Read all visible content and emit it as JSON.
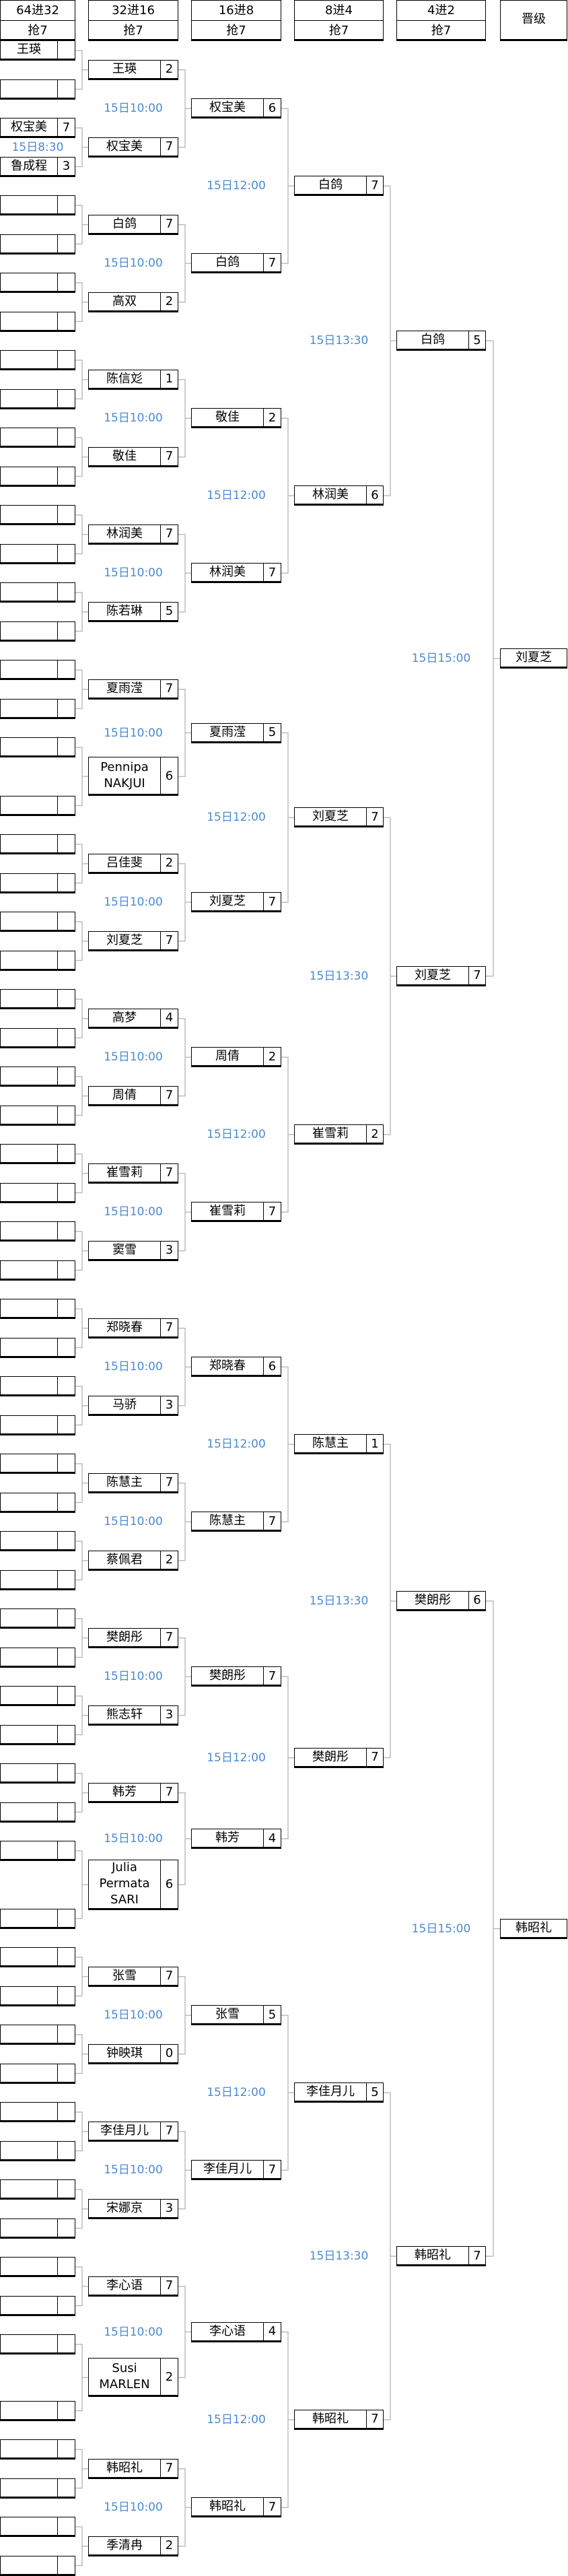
{
  "headers": [
    {
      "round": "64进32",
      "format": "抢7"
    },
    {
      "round": "32进16",
      "format": "抢7"
    },
    {
      "round": "16进8",
      "format": "抢7"
    },
    {
      "round": "8进4",
      "format": "抢7"
    },
    {
      "round": "4进2",
      "format": "抢7"
    },
    {
      "round": "晋级"
    }
  ],
  "rounds": [
    [
      {
        "name": "王瑛",
        "score": ""
      },
      {
        "name": "",
        "score": ""
      },
      {
        "name": "权宝美",
        "score": "7"
      },
      {
        "name": "鲁成程",
        "score": "3"
      },
      {
        "name": "",
        "score": ""
      },
      {
        "name": "",
        "score": ""
      },
      {
        "name": "",
        "score": ""
      },
      {
        "name": "",
        "score": ""
      },
      {
        "name": "",
        "score": ""
      },
      {
        "name": "",
        "score": ""
      },
      {
        "name": "",
        "score": ""
      },
      {
        "name": "",
        "score": ""
      },
      {
        "name": "",
        "score": ""
      },
      {
        "name": "",
        "score": ""
      },
      {
        "name": "",
        "score": ""
      },
      {
        "name": "",
        "score": ""
      },
      {
        "name": "",
        "score": ""
      },
      {
        "name": "",
        "score": ""
      },
      {
        "name": "",
        "score": ""
      },
      {
        "name": "",
        "score": ""
      },
      {
        "name": "",
        "score": ""
      },
      {
        "name": "",
        "score": ""
      },
      {
        "name": "",
        "score": ""
      },
      {
        "name": "",
        "score": ""
      },
      {
        "name": "",
        "score": ""
      },
      {
        "name": "",
        "score": ""
      },
      {
        "name": "",
        "score": ""
      },
      {
        "name": "",
        "score": ""
      },
      {
        "name": "",
        "score": ""
      },
      {
        "name": "",
        "score": ""
      },
      {
        "name": "",
        "score": ""
      },
      {
        "name": "",
        "score": ""
      },
      {
        "name": "",
        "score": ""
      },
      {
        "name": "",
        "score": ""
      },
      {
        "name": "",
        "score": ""
      },
      {
        "name": "",
        "score": ""
      },
      {
        "name": "",
        "score": ""
      },
      {
        "name": "",
        "score": ""
      },
      {
        "name": "",
        "score": ""
      },
      {
        "name": "",
        "score": ""
      },
      {
        "name": "",
        "score": ""
      },
      {
        "name": "",
        "score": ""
      },
      {
        "name": "",
        "score": ""
      },
      {
        "name": "",
        "score": ""
      },
      {
        "name": "",
        "score": ""
      },
      {
        "name": "",
        "score": ""
      },
      {
        "name": "",
        "score": ""
      },
      {
        "name": "",
        "score": ""
      },
      {
        "name": "",
        "score": ""
      },
      {
        "name": "",
        "score": ""
      },
      {
        "name": "",
        "score": ""
      },
      {
        "name": "",
        "score": ""
      },
      {
        "name": "",
        "score": ""
      },
      {
        "name": "",
        "score": ""
      },
      {
        "name": "",
        "score": ""
      },
      {
        "name": "",
        "score": ""
      },
      {
        "name": "",
        "score": ""
      },
      {
        "name": "",
        "score": ""
      },
      {
        "name": "",
        "score": ""
      },
      {
        "name": "",
        "score": ""
      },
      {
        "name": "",
        "score": ""
      },
      {
        "name": "",
        "score": ""
      },
      {
        "name": "",
        "score": ""
      },
      {
        "name": "",
        "score": ""
      }
    ],
    [
      {
        "name": "王瑛",
        "score": "2"
      },
      {
        "name": "权宝美",
        "score": "7"
      },
      {
        "name": "白鸽",
        "score": "7"
      },
      {
        "name": "高双",
        "score": "2"
      },
      {
        "name": "陈信彣",
        "score": "1"
      },
      {
        "name": "敬佳",
        "score": "7"
      },
      {
        "name": "林润美",
        "score": "7"
      },
      {
        "name": "陈若琳",
        "score": "5"
      },
      {
        "name": "夏雨滢",
        "score": "7"
      },
      {
        "name": "Pennipa NAKJUI",
        "score": "6"
      },
      {
        "name": "吕佳斐",
        "score": "2"
      },
      {
        "name": "刘夏芝",
        "score": "7"
      },
      {
        "name": "高梦",
        "score": "4"
      },
      {
        "name": "周倩",
        "score": "7"
      },
      {
        "name": "崔雪莉",
        "score": "7"
      },
      {
        "name": "窦雪",
        "score": "3"
      },
      {
        "name": "郑晓春",
        "score": "7"
      },
      {
        "name": "马骄",
        "score": "3"
      },
      {
        "name": "陈慧主",
        "score": "7"
      },
      {
        "name": "蔡佩君",
        "score": "2"
      },
      {
        "name": "樊朗彤",
        "score": "7"
      },
      {
        "name": "熊志轩",
        "score": "3"
      },
      {
        "name": "韩芳",
        "score": "7"
      },
      {
        "name": "Julia Permata SARI",
        "score": "6"
      },
      {
        "name": "张雪",
        "score": "7"
      },
      {
        "name": "钟映琪",
        "score": "0"
      },
      {
        "name": "李佳月儿",
        "score": "7"
      },
      {
        "name": "宋娜京",
        "score": "3"
      },
      {
        "name": "李心语",
        "score": "7"
      },
      {
        "name": "Susi MARLEN",
        "score": "2"
      },
      {
        "name": "韩昭礼",
        "score": "7"
      },
      {
        "name": "季清冉",
        "score": "2"
      }
    ],
    [
      {
        "name": "权宝美",
        "score": "6"
      },
      {
        "name": "白鸽",
        "score": "7"
      },
      {
        "name": "敬佳",
        "score": "2"
      },
      {
        "name": "林润美",
        "score": "7"
      },
      {
        "name": "夏雨滢",
        "score": "5"
      },
      {
        "name": "刘夏芝",
        "score": "7"
      },
      {
        "name": "周倩",
        "score": "2"
      },
      {
        "name": "崔雪莉",
        "score": "7"
      },
      {
        "name": "郑晓春",
        "score": "6"
      },
      {
        "name": "陈慧主",
        "score": "7"
      },
      {
        "name": "樊朗彤",
        "score": "7"
      },
      {
        "name": "韩芳",
        "score": "4"
      },
      {
        "name": "张雪",
        "score": "5"
      },
      {
        "name": "李佳月儿",
        "score": "7"
      },
      {
        "name": "李心语",
        "score": "4"
      },
      {
        "name": "韩昭礼",
        "score": "7"
      }
    ],
    [
      {
        "name": "白鸽",
        "score": "7"
      },
      {
        "name": "林润美",
        "score": "6"
      },
      {
        "name": "刘夏芝",
        "score": "7"
      },
      {
        "name": "崔雪莉",
        "score": "2"
      },
      {
        "name": "陈慧主",
        "score": "1"
      },
      {
        "name": "樊朗彤",
        "score": "7"
      },
      {
        "name": "李佳月儿",
        "score": "5"
      },
      {
        "name": "韩昭礼",
        "score": "7"
      }
    ],
    [
      {
        "name": "白鸽",
        "score": "5"
      },
      {
        "name": "刘夏芝",
        "score": "7"
      },
      {
        "name": "樊朗彤",
        "score": "6"
      },
      {
        "name": "韩昭礼",
        "score": "7"
      }
    ],
    [
      {
        "name": "刘夏芝"
      },
      {
        "name": "韩昭礼"
      }
    ]
  ],
  "times": {
    "round64": [
      "15日8:30"
    ],
    "round32": [
      "15日10:00",
      "15日10:00",
      "15日10:00",
      "15日10:00",
      "15日10:00",
      "15日10:00",
      "15日10:00",
      "15日10:00",
      "15日10:00",
      "15日10:00",
      "15日10:00",
      "15日10:00",
      "15日10:00",
      "15日10:00",
      "15日10:00",
      "15日10:00"
    ],
    "round16": [
      "15日12:00",
      "15日12:00",
      "15日12:00",
      "15日12:00",
      "15日12:00",
      "15日12:00",
      "15日12:00",
      "15日12:00"
    ],
    "round8": [
      "15日13:30",
      "15日13:30",
      "15日13:30",
      "15日13:30"
    ],
    "round4": [
      "15日15:00",
      "15日15:00"
    ]
  }
}
